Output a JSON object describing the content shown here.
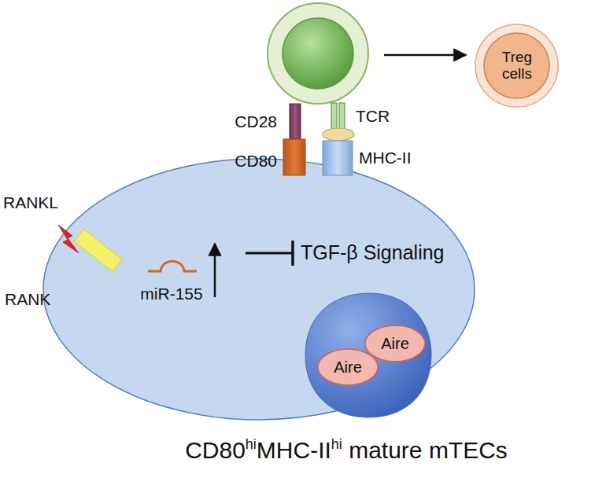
{
  "diagram": {
    "nodes": [
      {
        "text": [
          "CD80hiMHC-IIhi mature mTECs"
        ]
      },
      {
        "text": [
          "Aire"
        ],
        "in": 0
      },
      {
        "text": [
          "Aire"
        ],
        "in": 0
      },
      {
        "text": [
          "Treg cells"
        ]
      }
    ],
    "labels": [
      "RANKL",
      "RANK",
      "CD28",
      "CD80",
      "TCR",
      "MHC-II",
      "miR-155",
      "TGF-β Signaling"
    ]
  }
}
